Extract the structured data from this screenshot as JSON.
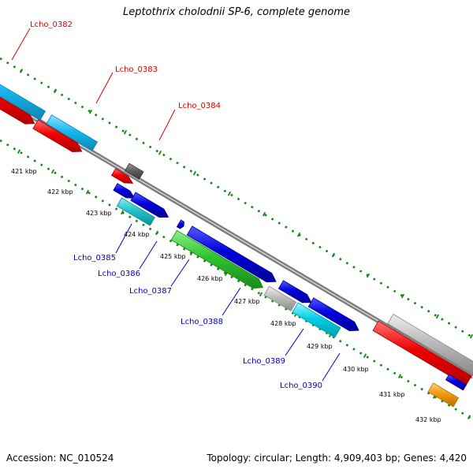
{
  "title": "Leptothrix cholodnii SP-6, complete genome",
  "footer": {
    "accession": "Accession: NC_010524",
    "info": "Topology: circular; Length: 4,909,403 bp; Genes: 4,420"
  },
  "colors": {
    "backbone": "#7d7d7d",
    "tick_green": "#118811",
    "label_red": "#dd0000",
    "label_blue": "#0000cc",
    "red_gene": "#ee0000",
    "sky_gene": "#18b8ee",
    "blue_gene": "#0000dd",
    "cyan_gene": "#00d0e6",
    "teal_gene": "#20c4cc",
    "green_gene": "#2fc42f",
    "grey_gene": "#bcbcbc",
    "darkgrey_gene": "#5f5f5f",
    "orange_gene": "#f39a10"
  },
  "kbp_ticks": [
    {
      "label": "421 kbp"
    },
    {
      "label": "422 kbp"
    },
    {
      "label": "423 kbp"
    },
    {
      "label": "424 kbp"
    },
    {
      "label": "425 kbp"
    },
    {
      "label": "426 kbp"
    },
    {
      "label": "427 kbp"
    },
    {
      "label": "428 kbp"
    },
    {
      "label": "429 kbp"
    },
    {
      "label": "430 kbp"
    },
    {
      "label": "431 kbp"
    },
    {
      "label": "432 kbp"
    }
  ],
  "gene_labels": [
    {
      "label": "Lcho_0382"
    },
    {
      "label": "Lcho_0383"
    },
    {
      "label": "Lcho_0384"
    },
    {
      "label": "Lcho_0385"
    },
    {
      "label": "Lcho_0386"
    },
    {
      "label": "Lcho_0387"
    },
    {
      "label": "Lcho_0388"
    },
    {
      "label": "Lcho_0389"
    },
    {
      "label": "Lcho_0390"
    }
  ]
}
